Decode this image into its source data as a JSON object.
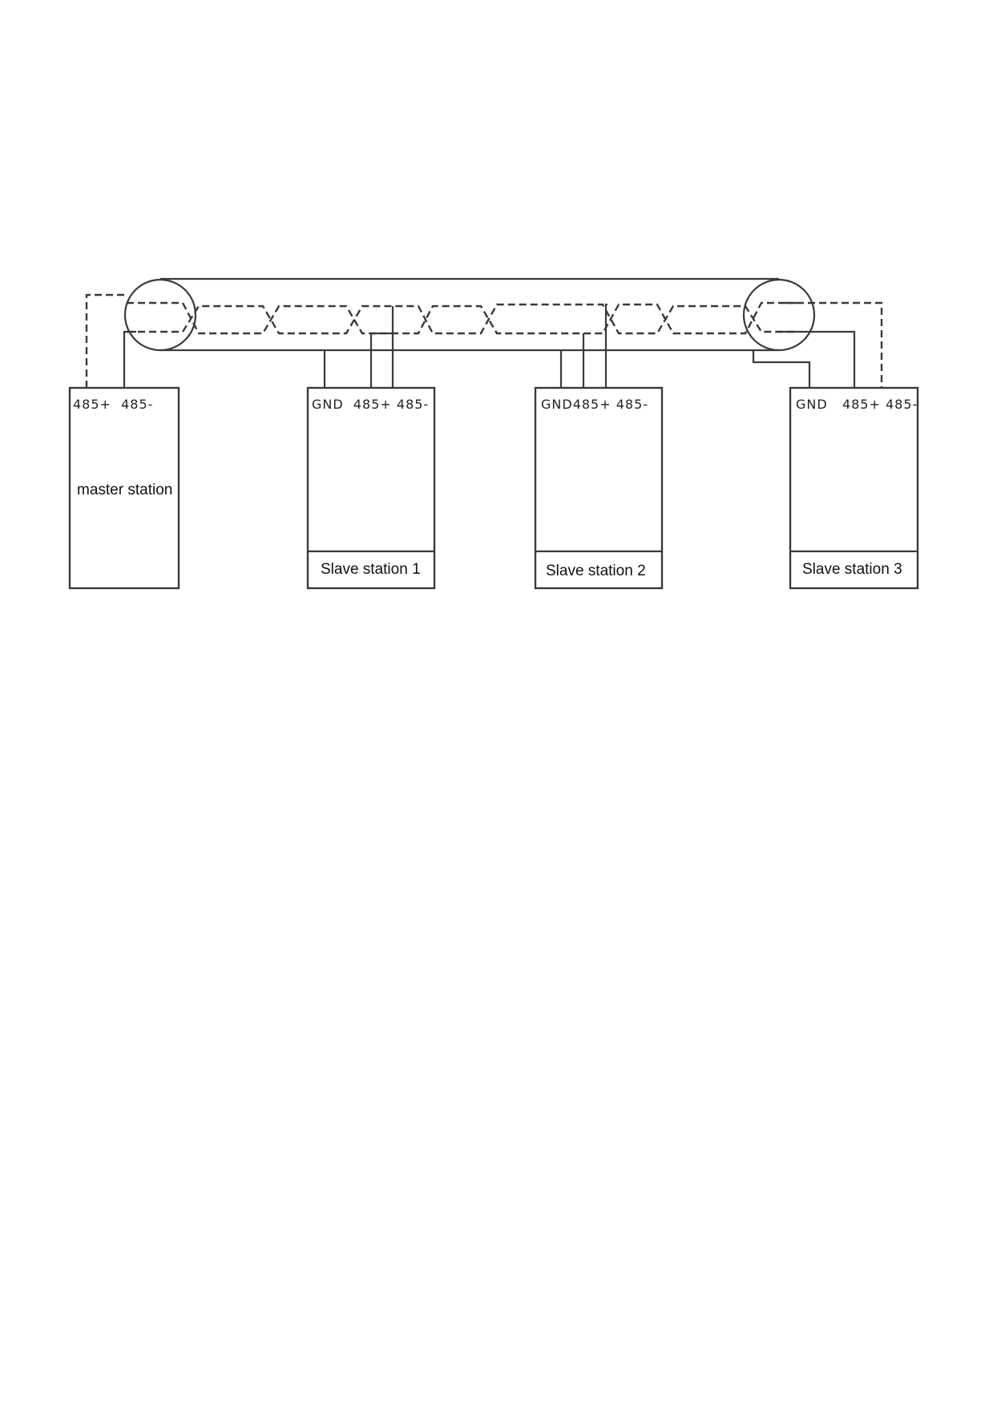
{
  "diagram": {
    "master": {
      "pins": "485+  485-",
      "name": "master station"
    },
    "slaves": [
      {
        "pins": "GND  485+ 485-",
        "name": "Slave station 1"
      },
      {
        "pins": "GND485+ 485-",
        "name": "Slave station 2"
      },
      {
        "pins": "GND   485+ 485-",
        "name": "Slave station 3"
      }
    ]
  }
}
